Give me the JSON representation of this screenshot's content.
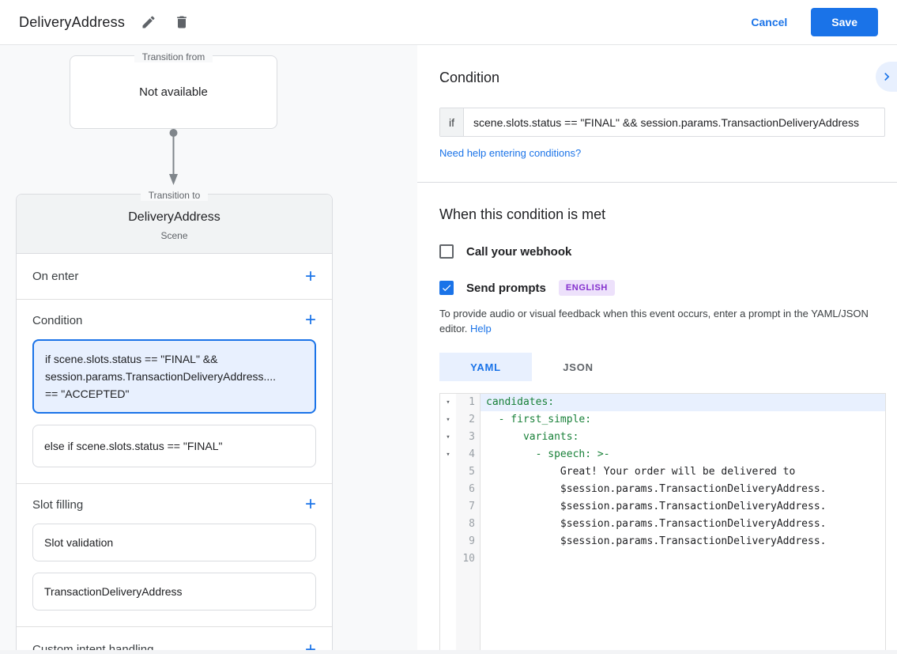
{
  "header": {
    "title": "DeliveryAddress",
    "cancel_label": "Cancel",
    "save_label": "Save"
  },
  "diagram": {
    "transition_from": {
      "legend": "Transition from",
      "placeholder": "Not available"
    },
    "transition_to": {
      "legend": "Transition to",
      "scene_name": "DeliveryAddress",
      "scene_type": "Scene"
    },
    "on_enter_label": "On enter",
    "condition_label": "Condition",
    "condition_cards": [
      {
        "selected": true,
        "lines": [
          "if scene.slots.status == \"FINAL\" &&",
          "session.params.TransactionDeliveryAddress....",
          "== \"ACCEPTED\""
        ]
      },
      {
        "selected": false,
        "lines": [
          "else if scene.slots.status == \"FINAL\""
        ]
      }
    ],
    "slot_filling_label": "Slot filling",
    "slot_cards": [
      "Slot validation",
      "TransactionDeliveryAddress"
    ],
    "custom_intent_label": "Custom intent handling"
  },
  "condition_panel": {
    "title": "Condition",
    "if_label": "if",
    "if_value": "scene.slots.status == \"FINAL\" && session.params.TransactionDeliveryAddress",
    "help_link": "Need help entering conditions?"
  },
  "when_section": {
    "title": "When this condition is met",
    "webhook_label": "Call your webhook",
    "webhook_checked": false,
    "prompts_label": "Send prompts",
    "prompts_checked": true,
    "language_badge": "ENGLISH",
    "description": "To provide audio or visual feedback when this event occurs, enter a prompt in the YAML/JSON editor.",
    "help_label": "Help"
  },
  "editor": {
    "tabs": [
      {
        "label": "YAML",
        "active": true
      },
      {
        "label": "JSON",
        "active": false
      }
    ],
    "lines": [
      {
        "num": "1",
        "text": "candidates:",
        "tone": "key",
        "fold": true,
        "active": true
      },
      {
        "num": "2",
        "text": "  - first_simple:",
        "tone": "key",
        "fold": true,
        "active": false
      },
      {
        "num": "3",
        "text": "      variants:",
        "tone": "key",
        "fold": true,
        "active": false
      },
      {
        "num": "4",
        "text": "        - speech: >-",
        "tone": "key",
        "fold": true,
        "active": false
      },
      {
        "num": "5",
        "text": "            Great! Your order will be delivered to",
        "tone": "text",
        "fold": false,
        "active": false
      },
      {
        "num": "6",
        "text": "            $session.params.TransactionDeliveryAddress.",
        "tone": "text",
        "fold": false,
        "active": false
      },
      {
        "num": "7",
        "text": "            $session.params.TransactionDeliveryAddress.",
        "tone": "text",
        "fold": false,
        "active": false
      },
      {
        "num": "8",
        "text": "            $session.params.TransactionDeliveryAddress.",
        "tone": "text",
        "fold": false,
        "active": false
      },
      {
        "num": "9",
        "text": "            $session.params.TransactionDeliveryAddress.",
        "tone": "text",
        "fold": false,
        "active": false
      },
      {
        "num": "10",
        "text": "",
        "tone": "text",
        "fold": false,
        "active": false
      }
    ]
  },
  "colors": {
    "accent_blue": "#1a73e8",
    "selected_bg": "#e8f0fe",
    "yaml_key_green": "#188038",
    "badge_purple": "#8430ce"
  }
}
